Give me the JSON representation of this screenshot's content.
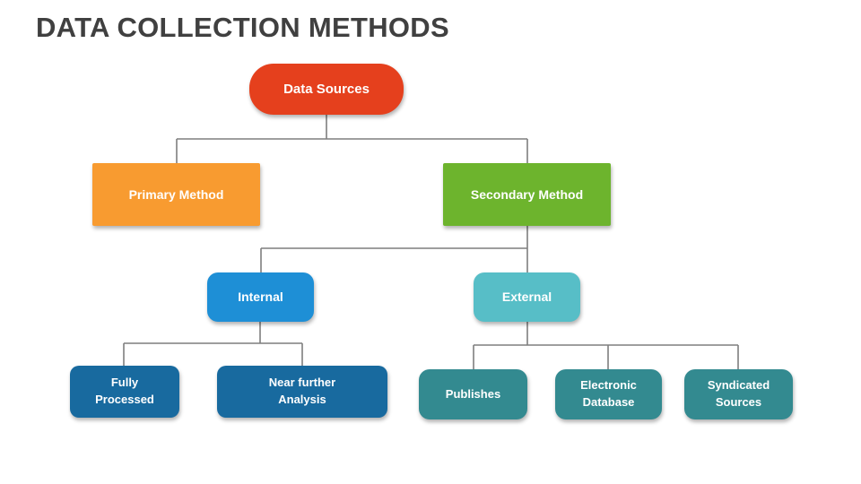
{
  "title": "DATA COLLECTION METHODS",
  "colors": {
    "background": "#FFFFFF",
    "title_text": "#404040",
    "node_text": "#FFFFFF",
    "connector": "#7F7F7F"
  },
  "diagram": {
    "type": "hierarchy",
    "nodes": {
      "data_sources": {
        "label": "Data Sources",
        "color": "#E5401D",
        "children": [
          "primary_method",
          "secondary_method"
        ]
      },
      "primary_method": {
        "label": "Primary Method",
        "color": "#F89B30",
        "children": []
      },
      "secondary_method": {
        "label": "Secondary Method",
        "color": "#6DB42D",
        "children": [
          "internal",
          "external"
        ]
      },
      "internal": {
        "label": "Internal",
        "color": "#1E8FD6",
        "children": [
          "fully_processed",
          "near_further_analysis"
        ]
      },
      "external": {
        "label": "External",
        "color": "#57BEC7",
        "children": [
          "publishes",
          "electronic_database",
          "syndicated_sources"
        ]
      },
      "fully_processed": {
        "label": "Fully Processed",
        "color": "#186A9F",
        "children": []
      },
      "near_further_analysis": {
        "label": "Near further Analysis",
        "color": "#186A9F",
        "children": []
      },
      "publishes": {
        "label": "Publishes",
        "color": "#338A90",
        "children": []
      },
      "electronic_database": {
        "label": "Electronic Database",
        "color": "#338A90",
        "children": []
      },
      "syndicated_sources": {
        "label": "Syndicated Sources",
        "color": "#338A90",
        "children": []
      }
    }
  }
}
